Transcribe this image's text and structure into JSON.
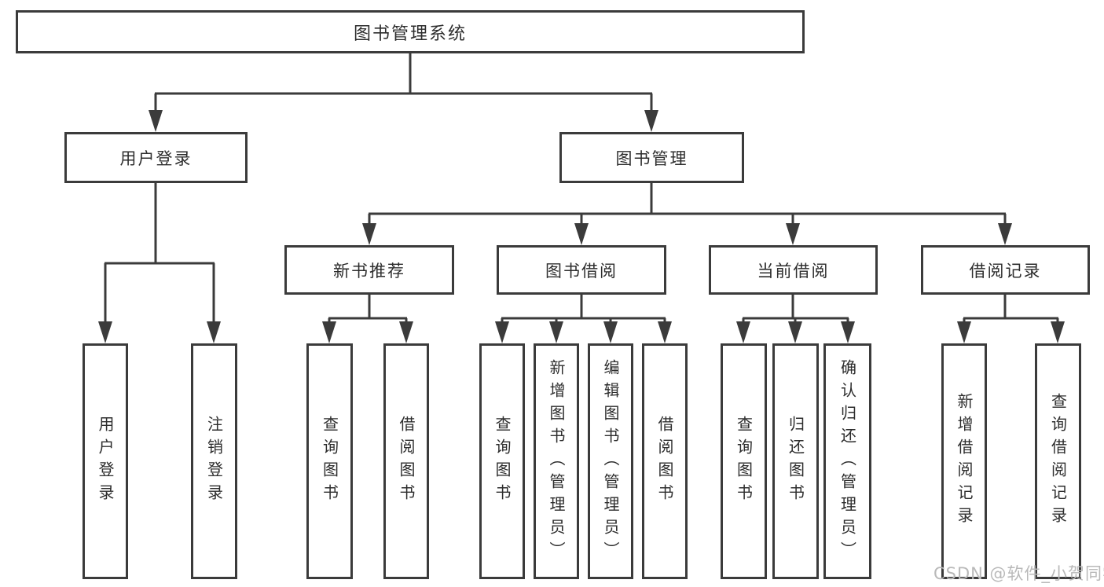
{
  "diagram": {
    "title": "图书管理系统",
    "colors": {
      "line": "#3b3b3b",
      "box_border": "#3b3b3b",
      "text": "#2d2d2d",
      "background": "#ffffff",
      "watermark": "#b9b9b9"
    },
    "nodes": {
      "root": "图书管理系统",
      "user_login": "用户登录",
      "book_mgmt": "图书管理",
      "new_book_rec": "新书推荐",
      "book_borrow": "图书借阅",
      "current_borrow": "当前借阅",
      "borrow_records": "借阅记录"
    },
    "leaves": {
      "login_user": "用户登录",
      "login_logout": "注销登录",
      "nb_query": "查询图书",
      "nb_borrow": "借阅图书",
      "bb_query": "查询图书",
      "bb_add": "新增图书（管理员）",
      "bb_edit": "编辑图书（管理员）",
      "bb_borrow": "借阅图书",
      "cb_query": "查询图书",
      "cb_return": "归还图书",
      "cb_confirm": "确认归还（管理员）",
      "br_add": "新增借阅记录",
      "br_query": "查询借阅记录"
    },
    "watermark": "CSDN @软件_小贺同学"
  }
}
